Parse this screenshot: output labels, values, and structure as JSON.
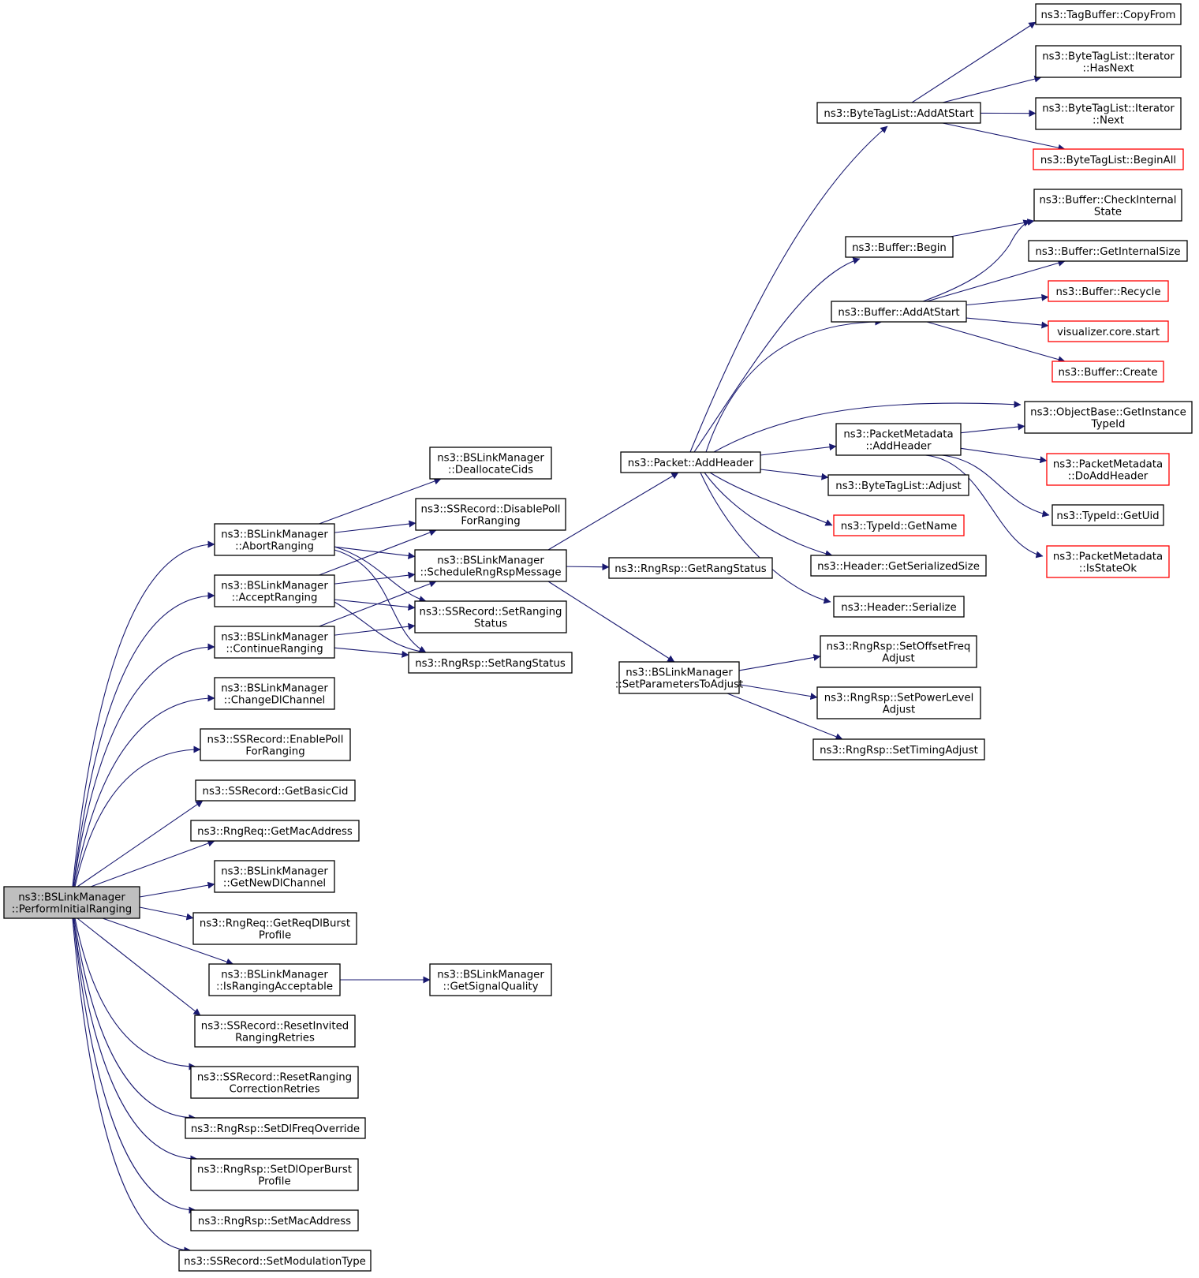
{
  "nodes": [
    {
      "id": "root",
      "lines": [
        "ns3::BSLinkManager",
        "::PerformInitialRanging"
      ],
      "style": "root"
    },
    {
      "id": "abort",
      "lines": [
        "ns3::BSLinkManager",
        "::AbortRanging"
      ],
      "style": "normal"
    },
    {
      "id": "accept",
      "lines": [
        "ns3::BSLinkManager",
        "::AcceptRanging"
      ],
      "style": "normal"
    },
    {
      "id": "cont",
      "lines": [
        "ns3::BSLinkManager",
        "::ContinueRanging"
      ],
      "style": "normal"
    },
    {
      "id": "changedl",
      "lines": [
        "ns3::BSLinkManager",
        "::ChangeDlChannel"
      ],
      "style": "normal"
    },
    {
      "id": "enablepoll",
      "lines": [
        "ns3::SSRecord::EnablePoll",
        "ForRanging"
      ],
      "style": "normal"
    },
    {
      "id": "getbasiccid",
      "lines": [
        "ns3::SSRecord::GetBasicCid"
      ],
      "style": "normal"
    },
    {
      "id": "getmac",
      "lines": [
        "ns3::RngReq::GetMacAddress"
      ],
      "style": "normal"
    },
    {
      "id": "getnewdl",
      "lines": [
        "ns3::BSLinkManager",
        "::GetNewDlChannel"
      ],
      "style": "normal"
    },
    {
      "id": "getreqdl",
      "lines": [
        "ns3::RngReq::GetReqDlBurst",
        "Profile"
      ],
      "style": "normal"
    },
    {
      "id": "israngingacc",
      "lines": [
        "ns3::BSLinkManager",
        "::IsRangingAcceptable"
      ],
      "style": "normal"
    },
    {
      "id": "resetinvited",
      "lines": [
        "ns3::SSRecord::ResetInvited",
        "RangingRetries"
      ],
      "style": "normal"
    },
    {
      "id": "resetranging",
      "lines": [
        "ns3::SSRecord::ResetRanging",
        "CorrectionRetries"
      ],
      "style": "normal"
    },
    {
      "id": "setdlfreq",
      "lines": [
        "ns3::RngRsp::SetDlFreqOverride"
      ],
      "style": "normal"
    },
    {
      "id": "setdloper",
      "lines": [
        "ns3::RngRsp::SetDlOperBurst",
        "Profile"
      ],
      "style": "normal"
    },
    {
      "id": "setmac",
      "lines": [
        "ns3::RngRsp::SetMacAddress"
      ],
      "style": "normal"
    },
    {
      "id": "setmod",
      "lines": [
        "ns3::SSRecord::SetModulationType"
      ],
      "style": "normal"
    },
    {
      "id": "dealloc",
      "lines": [
        "ns3::BSLinkManager",
        "::DeallocateCids"
      ],
      "style": "normal"
    },
    {
      "id": "disablepoll",
      "lines": [
        "ns3::SSRecord::DisablePoll",
        "ForRanging"
      ],
      "style": "normal"
    },
    {
      "id": "sched",
      "lines": [
        "ns3::BSLinkManager",
        "::ScheduleRngRspMessage"
      ],
      "style": "normal"
    },
    {
      "id": "setrangingstatus",
      "lines": [
        "ns3::SSRecord::SetRanging",
        "Status"
      ],
      "style": "normal"
    },
    {
      "id": "setrangstatus",
      "lines": [
        "ns3::RngRsp::SetRangStatus"
      ],
      "style": "normal"
    },
    {
      "id": "getsignal",
      "lines": [
        "ns3::BSLinkManager",
        "::GetSignalQuality"
      ],
      "style": "normal"
    },
    {
      "id": "pktaddheader",
      "lines": [
        "ns3::Packet::AddHeader"
      ],
      "style": "normal"
    },
    {
      "id": "getrangstatus",
      "lines": [
        "ns3::RngRsp::GetRangStatus"
      ],
      "style": "normal"
    },
    {
      "id": "setparams",
      "lines": [
        "ns3::BSLinkManager",
        "::SetParametersToAdjust"
      ],
      "style": "normal"
    },
    {
      "id": "btl_addatstart",
      "lines": [
        "ns3::ByteTagList::AddAtStart"
      ],
      "style": "normal"
    },
    {
      "id": "buf_begin",
      "lines": [
        "ns3::Buffer::Begin"
      ],
      "style": "normal"
    },
    {
      "id": "buf_addatstart",
      "lines": [
        "ns3::Buffer::AddAtStart"
      ],
      "style": "normal"
    },
    {
      "id": "pm_addheader",
      "lines": [
        "ns3::PacketMetadata",
        "::AddHeader"
      ],
      "style": "normal"
    },
    {
      "id": "btl_adjust",
      "lines": [
        "ns3::ByteTagList::Adjust"
      ],
      "style": "normal"
    },
    {
      "id": "typeid_getname",
      "lines": [
        "ns3::TypeId::GetName"
      ],
      "style": "red"
    },
    {
      "id": "hdr_getsize",
      "lines": [
        "ns3::Header::GetSerializedSize"
      ],
      "style": "normal"
    },
    {
      "id": "hdr_serialize",
      "lines": [
        "ns3::Header::Serialize"
      ],
      "style": "normal"
    },
    {
      "id": "setoffset",
      "lines": [
        "ns3::RngRsp::SetOffsetFreq",
        "Adjust"
      ],
      "style": "normal"
    },
    {
      "id": "setpower",
      "lines": [
        "ns3::RngRsp::SetPowerLevel",
        "Adjust"
      ],
      "style": "normal"
    },
    {
      "id": "settiming",
      "lines": [
        "ns3::RngRsp::SetTimingAdjust"
      ],
      "style": "normal"
    },
    {
      "id": "tagbuf_copy",
      "lines": [
        "ns3::TagBuffer::CopyFrom"
      ],
      "style": "normal"
    },
    {
      "id": "btl_hasnext",
      "lines": [
        "ns3::ByteTagList::Iterator",
        "::HasNext"
      ],
      "style": "normal"
    },
    {
      "id": "btl_next",
      "lines": [
        "ns3::ByteTagList::Iterator",
        "::Next"
      ],
      "style": "normal"
    },
    {
      "id": "btl_beginall",
      "lines": [
        "ns3::ByteTagList::BeginAll"
      ],
      "style": "red"
    },
    {
      "id": "buf_check",
      "lines": [
        "ns3::Buffer::CheckInternal",
        "State"
      ],
      "style": "normal"
    },
    {
      "id": "buf_getsize",
      "lines": [
        "ns3::Buffer::GetInternalSize"
      ],
      "style": "normal"
    },
    {
      "id": "buf_recycle",
      "lines": [
        "ns3::Buffer::Recycle"
      ],
      "style": "red"
    },
    {
      "id": "viz_start",
      "lines": [
        "visualizer.core.start"
      ],
      "style": "red"
    },
    {
      "id": "buf_create",
      "lines": [
        "ns3::Buffer::Create"
      ],
      "style": "red"
    },
    {
      "id": "ob_gettypeid",
      "lines": [
        "ns3::ObjectBase::GetInstance",
        "TypeId"
      ],
      "style": "normal"
    },
    {
      "id": "pm_doaddheader",
      "lines": [
        "ns3::PacketMetadata",
        "::DoAddHeader"
      ],
      "style": "red"
    },
    {
      "id": "typeid_getuid",
      "lines": [
        "ns3::TypeId::GetUid"
      ],
      "style": "normal"
    },
    {
      "id": "pm_isstateok",
      "lines": [
        "ns3::PacketMetadata",
        "::IsStateOk"
      ],
      "style": "red"
    }
  ],
  "edges": [
    [
      "root",
      "abort"
    ],
    [
      "root",
      "accept"
    ],
    [
      "root",
      "cont"
    ],
    [
      "root",
      "changedl"
    ],
    [
      "root",
      "enablepoll"
    ],
    [
      "root",
      "getbasiccid"
    ],
    [
      "root",
      "getmac"
    ],
    [
      "root",
      "getnewdl"
    ],
    [
      "root",
      "getreqdl"
    ],
    [
      "root",
      "israngingacc"
    ],
    [
      "root",
      "resetinvited"
    ],
    [
      "root",
      "resetranging"
    ],
    [
      "root",
      "setdlfreq"
    ],
    [
      "root",
      "setdloper"
    ],
    [
      "root",
      "setmac"
    ],
    [
      "root",
      "setmod"
    ],
    [
      "abort",
      "dealloc"
    ],
    [
      "abort",
      "disablepoll"
    ],
    [
      "abort",
      "sched"
    ],
    [
      "abort",
      "setrangingstatus"
    ],
    [
      "abort",
      "setrangstatus"
    ],
    [
      "accept",
      "disablepoll"
    ],
    [
      "accept",
      "sched"
    ],
    [
      "accept",
      "setrangingstatus"
    ],
    [
      "accept",
      "setrangstatus"
    ],
    [
      "cont",
      "sched"
    ],
    [
      "cont",
      "setrangingstatus"
    ],
    [
      "cont",
      "setrangstatus"
    ],
    [
      "israngingacc",
      "getsignal"
    ],
    [
      "sched",
      "pktaddheader"
    ],
    [
      "sched",
      "getrangstatus"
    ],
    [
      "sched",
      "setparams"
    ],
    [
      "setparams",
      "setoffset"
    ],
    [
      "setparams",
      "setpower"
    ],
    [
      "setparams",
      "settiming"
    ],
    [
      "pktaddheader",
      "btl_addatstart"
    ],
    [
      "pktaddheader",
      "buf_begin"
    ],
    [
      "pktaddheader",
      "buf_addatstart"
    ],
    [
      "pktaddheader",
      "ob_gettypeid"
    ],
    [
      "pktaddheader",
      "pm_addheader"
    ],
    [
      "pktaddheader",
      "btl_adjust"
    ],
    [
      "pktaddheader",
      "typeid_getname"
    ],
    [
      "pktaddheader",
      "hdr_getsize"
    ],
    [
      "pktaddheader",
      "hdr_serialize"
    ],
    [
      "btl_addatstart",
      "tagbuf_copy"
    ],
    [
      "btl_addatstart",
      "btl_hasnext"
    ],
    [
      "btl_addatstart",
      "btl_next"
    ],
    [
      "btl_addatstart",
      "btl_beginall"
    ],
    [
      "buf_begin",
      "buf_check"
    ],
    [
      "buf_addatstart",
      "buf_check"
    ],
    [
      "buf_addatstart",
      "buf_getsize"
    ],
    [
      "buf_addatstart",
      "buf_recycle"
    ],
    [
      "buf_addatstart",
      "viz_start"
    ],
    [
      "buf_addatstart",
      "buf_create"
    ],
    [
      "pm_addheader",
      "ob_gettypeid"
    ],
    [
      "pm_addheader",
      "pm_doaddheader"
    ],
    [
      "pm_addheader",
      "typeid_getuid"
    ],
    [
      "pm_addheader",
      "pm_isstateok"
    ]
  ],
  "colors": {
    "edge": "#191970",
    "root_fill": "#bfbfbf",
    "red_border": "#ff0000"
  }
}
